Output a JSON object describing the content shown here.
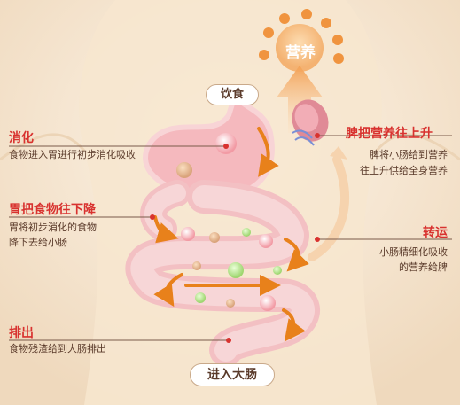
{
  "colors": {
    "background": "#f6e8d4",
    "stomach_fill": "#f3b8bc",
    "intestine_fill": "#f4c6c8",
    "accent_orange": "#e8811b",
    "title_red": "#d8322f",
    "text_brown": "#5a3a2a"
  },
  "labels": {
    "top": "营养",
    "food": "饮食",
    "exit": "进入大肠"
  },
  "callouts": {
    "digest": {
      "title": "消化",
      "desc": [
        "食物进入胃进行初步消化吸收"
      ]
    },
    "stomach_down": {
      "title": "胃把食物往下降",
      "desc": [
        "胃将初步消化的食物",
        "降下去给小肠"
      ]
    },
    "excrete": {
      "title": "排出",
      "desc": [
        "食物残渣给到大肠排出"
      ]
    },
    "spleen": {
      "title": "脾把营养往上升",
      "desc": [
        "脾将小肠给到营养",
        "往上升供给全身营养"
      ]
    },
    "transport": {
      "title": "转运",
      "desc": [
        "小肠精细化吸收",
        "的营养给脾"
      ]
    }
  }
}
